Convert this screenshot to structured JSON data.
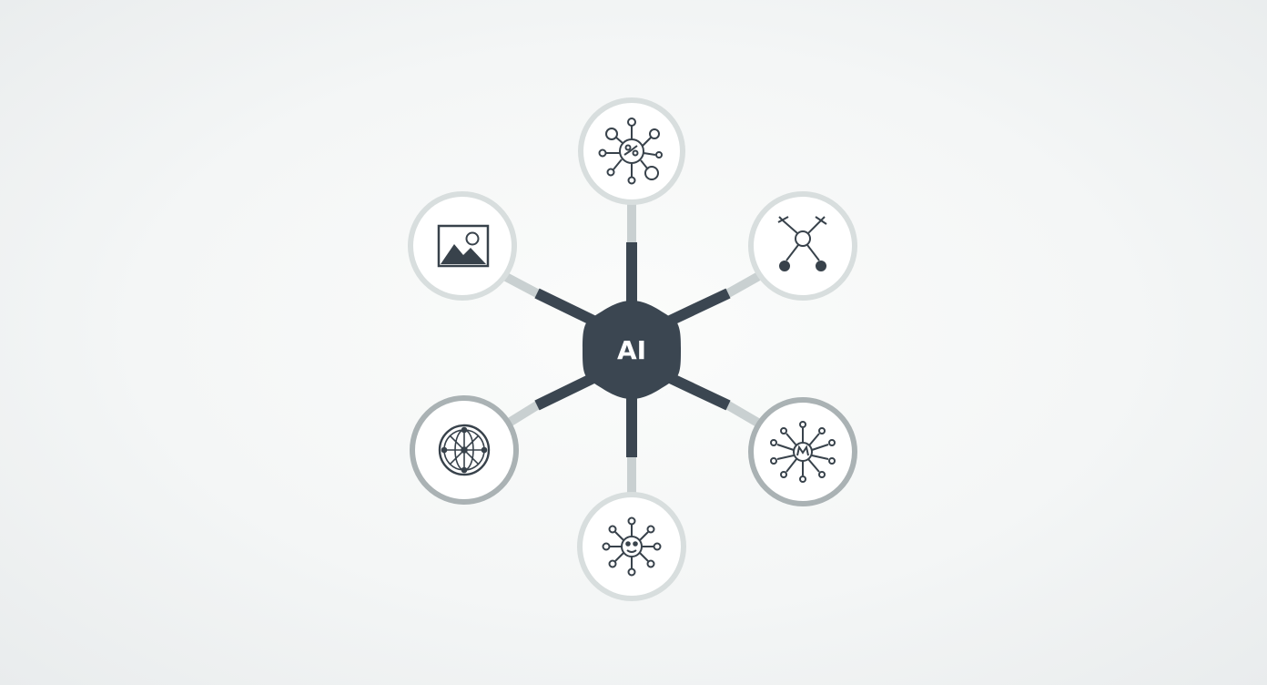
{
  "hub": {
    "label": "AI",
    "color": "#3b4651"
  },
  "colors": {
    "connector_dark": "#3b4651",
    "connector_light": "#c9d0d1",
    "node_ring_light": "#d8dede",
    "node_ring_dark": "#aab2b4",
    "node_fill": "#ffffff",
    "icon_stroke": "#38424b"
  },
  "nodes": [
    {
      "id": "top",
      "icon": "neural-network-icon"
    },
    {
      "id": "upper-right",
      "icon": "connected-nodes-icon"
    },
    {
      "id": "lower-right",
      "icon": "network-hub-icon"
    },
    {
      "id": "bottom",
      "icon": "robot-network-icon"
    },
    {
      "id": "lower-left",
      "icon": "global-network-icon"
    },
    {
      "id": "upper-left",
      "icon": "image-icon"
    }
  ]
}
